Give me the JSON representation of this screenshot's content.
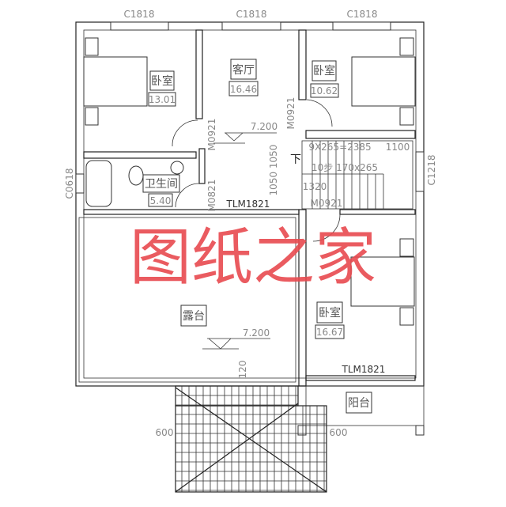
{
  "windows": {
    "top": [
      "C1818",
      "C1818",
      "C1818"
    ],
    "left": "C0618",
    "right": "C1218"
  },
  "rooms": {
    "bedroom_nw": {
      "name": "卧室",
      "area": "13.01"
    },
    "living": {
      "name": "客厅",
      "area": "16.46"
    },
    "bedroom_ne": {
      "name": "卧室",
      "area": "10.62"
    },
    "bathroom": {
      "name": "卫生间",
      "area": "5.40"
    },
    "terrace": {
      "name": "露台"
    },
    "bedroom_se": {
      "name": "卧室",
      "area": "16.67"
    },
    "balcony": {
      "name": "阳台"
    }
  },
  "elevations": {
    "upper": "7.200",
    "terrace": "7.200"
  },
  "doors": {
    "d1": "M0921",
    "d2": "M0921",
    "d3": "M0821",
    "d4": "M0921",
    "sliding1": "TLM1821",
    "sliding2": "TLM1821"
  },
  "stairs": {
    "down": "下",
    "run": "9X265=2385",
    "landing": "1100",
    "steps": "10步 170x265",
    "width": "1320",
    "dims": "1050 1050"
  },
  "dimensions": {
    "d120": "120",
    "left600": "600",
    "right600": "600"
  },
  "watermark": "图纸之家"
}
